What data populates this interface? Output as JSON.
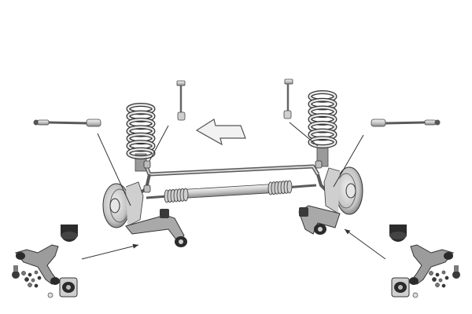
{
  "diagram": {
    "background": "#ffffff",
    "line_color": "#333333",
    "metal_light": "#e4e4e4",
    "metal_mid": "#bdbdbd",
    "metal_dark": "#6f6f6f",
    "rubber": "#2b2b2b",
    "arrow_fill": "#f2f2f2",
    "components": [
      {
        "id": "coil-spring",
        "count": 2
      },
      {
        "id": "stabilizer-link",
        "count": 2
      },
      {
        "id": "tie-rod",
        "count": 2
      },
      {
        "id": "anti-roll-bar",
        "count": 1
      },
      {
        "id": "steering-rack",
        "count": 1
      },
      {
        "id": "brake-disc",
        "count": 2
      },
      {
        "id": "control-arm",
        "count": 4
      },
      {
        "id": "bushing",
        "count": 4
      },
      {
        "id": "ball-joint",
        "count": 2
      }
    ],
    "direction_arrow": {
      "icon": "forward-direction-arrow"
    }
  }
}
